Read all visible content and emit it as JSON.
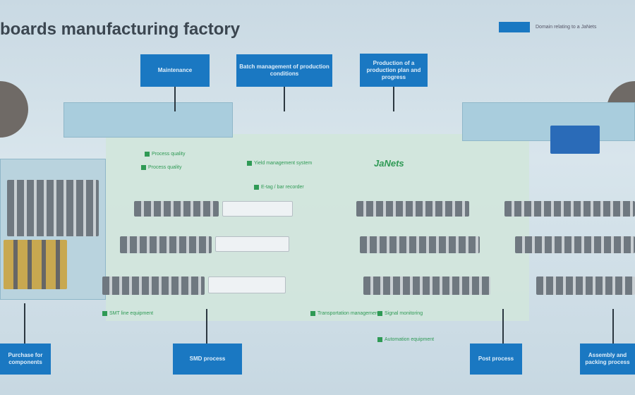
{
  "title": "boards manufacturing factory",
  "legend": {
    "label": "Domain relating to a JaNets"
  },
  "brand": "JaNets",
  "callouts_top": [
    "Maintenance",
    "Batch management of production conditions",
    "Production of a production plan and progress"
  ],
  "callouts_bottom": [
    "Purchase for components",
    "SMD process",
    "Post process",
    "Assembly and packing process"
  ],
  "tags": [
    "Process quality",
    "Process quality",
    "Yield management system",
    "E-tag / bar recorder",
    "SMT line equipment",
    "Transportation management",
    "Signal monitoring",
    "Automation equipment"
  ],
  "colors": {
    "callout": "#1a78c2",
    "tag": "#2f9a55"
  }
}
